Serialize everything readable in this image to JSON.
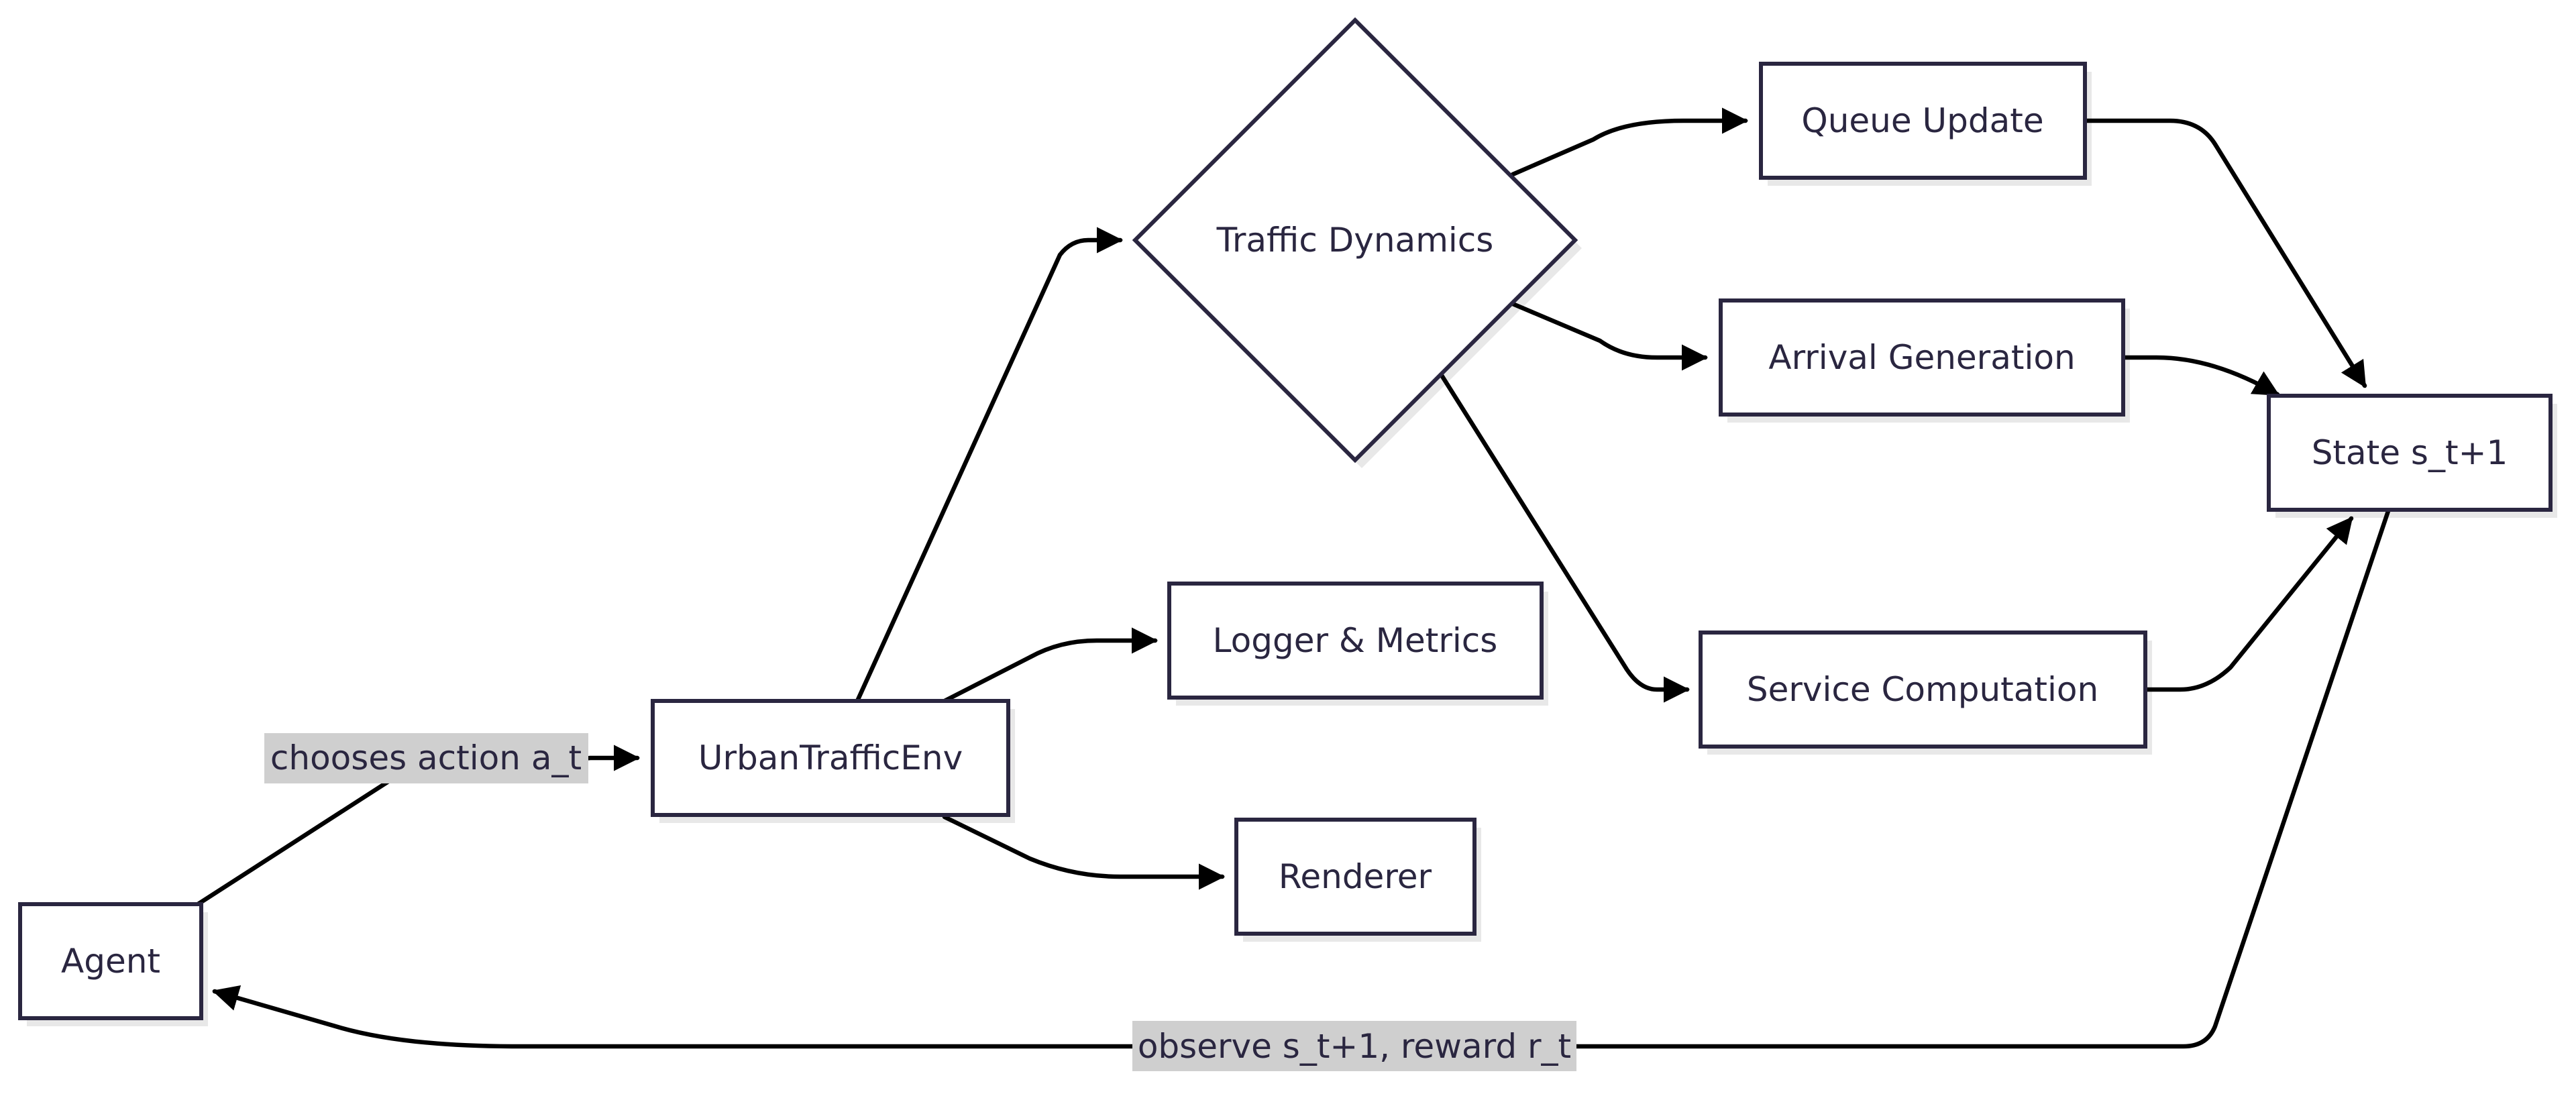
{
  "diagram": {
    "nodes": {
      "agent": "Agent",
      "env": "UrbanTrafficEnv",
      "dynamics": "Traffic Dynamics",
      "logger": "Logger & Metrics",
      "renderer": "Renderer",
      "queue": "Queue Update",
      "arrival": "Arrival Generation",
      "service": "Service Computation",
      "state": "State s_t+1"
    },
    "edges": {
      "agent_to_env": "chooses action a_t",
      "state_to_agent": "observe s_t+1, reward r_t"
    }
  },
  "colors": {
    "node_stroke": "#2a2640",
    "edge": "#000000",
    "label_bg": "#cfcfcf",
    "background": "#ffffff"
  }
}
